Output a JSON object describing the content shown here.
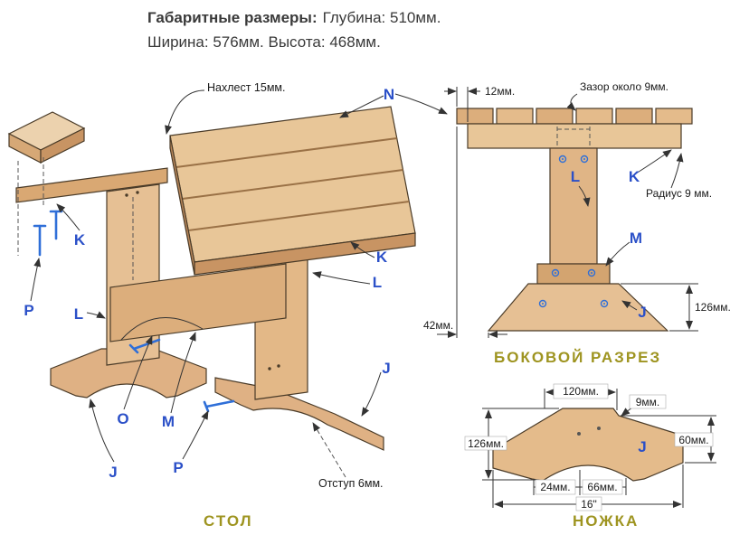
{
  "header": {
    "title_bold": "Габаритные размеры:",
    "title_rest": "Глубина: 510мм.",
    "line2": "Ширина: 576мм. Высота: 468мм."
  },
  "main": {
    "caption": "СТОЛ",
    "ann_overlap": "Нахлест 15мм.",
    "ann_offset": "Отступ 6мм.",
    "labels": {
      "n": "N",
      "k1": "K",
      "k2": "K",
      "l1": "L",
      "l2": "L",
      "p1": "P",
      "p2": "P",
      "o": "O",
      "m": "M",
      "j1": "J",
      "j2": "J"
    }
  },
  "side": {
    "caption": "БОКОВОЙ РАЗРЕЗ",
    "dims": {
      "overhang": "12мм.",
      "gap": "Зазор около 9мм.",
      "radius": "Радиус 9 мм.",
      "left_offset": "42мм.",
      "foot_height": "126мм."
    },
    "labels": {
      "l": "L",
      "k": "K",
      "m": "M",
      "j": "J"
    }
  },
  "leg": {
    "caption": "НОЖКА",
    "dims": {
      "top": "120мм.",
      "step": "9мм.",
      "height": "126мм.",
      "end": "60мм.",
      "pad": "24мм.",
      "arch": "66мм.",
      "width": "16\""
    },
    "labels": {
      "j": "J"
    }
  },
  "colors": {
    "wood_light": "#ecd2ae",
    "wood_mid": "#e0b586",
    "wood_dark": "#c89463",
    "outline": "#4a3b28",
    "label_blue": "#2b50c8",
    "screw_blue": "#2f6fd8",
    "caption_olive": "#9e9420",
    "dimension_text": "#1a1a1a"
  }
}
